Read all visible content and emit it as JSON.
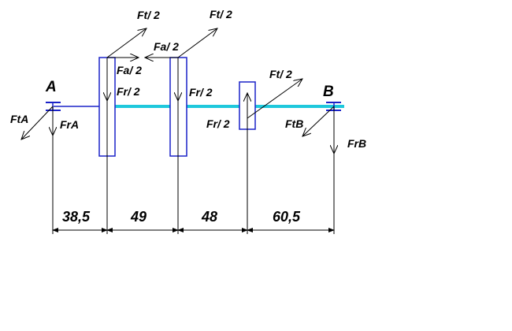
{
  "supports": {
    "a": "A",
    "b": "B"
  },
  "forces": {
    "ft_half_1": "Ft/ 2",
    "ft_half_2": "Ft/ 2",
    "ft_half_3": "Ft/ 2",
    "fa_half_1": "Fa/ 2",
    "fa_half_2": "Fa/ 2",
    "fr_half_1": "Fr/ 2",
    "fr_half_2": "Fr/ 2",
    "fr_half_3": "Fr/ 2",
    "ft_a": "FtA",
    "fr_a": "FrA",
    "ft_b": "FtB",
    "fr_b": "FrB"
  },
  "dimensions": [
    "38,5",
    "49",
    "48",
    "60,5"
  ],
  "colors": {
    "shaft": "#1ec8dc",
    "outline": "#1a22c8",
    "line": "#000000"
  }
}
